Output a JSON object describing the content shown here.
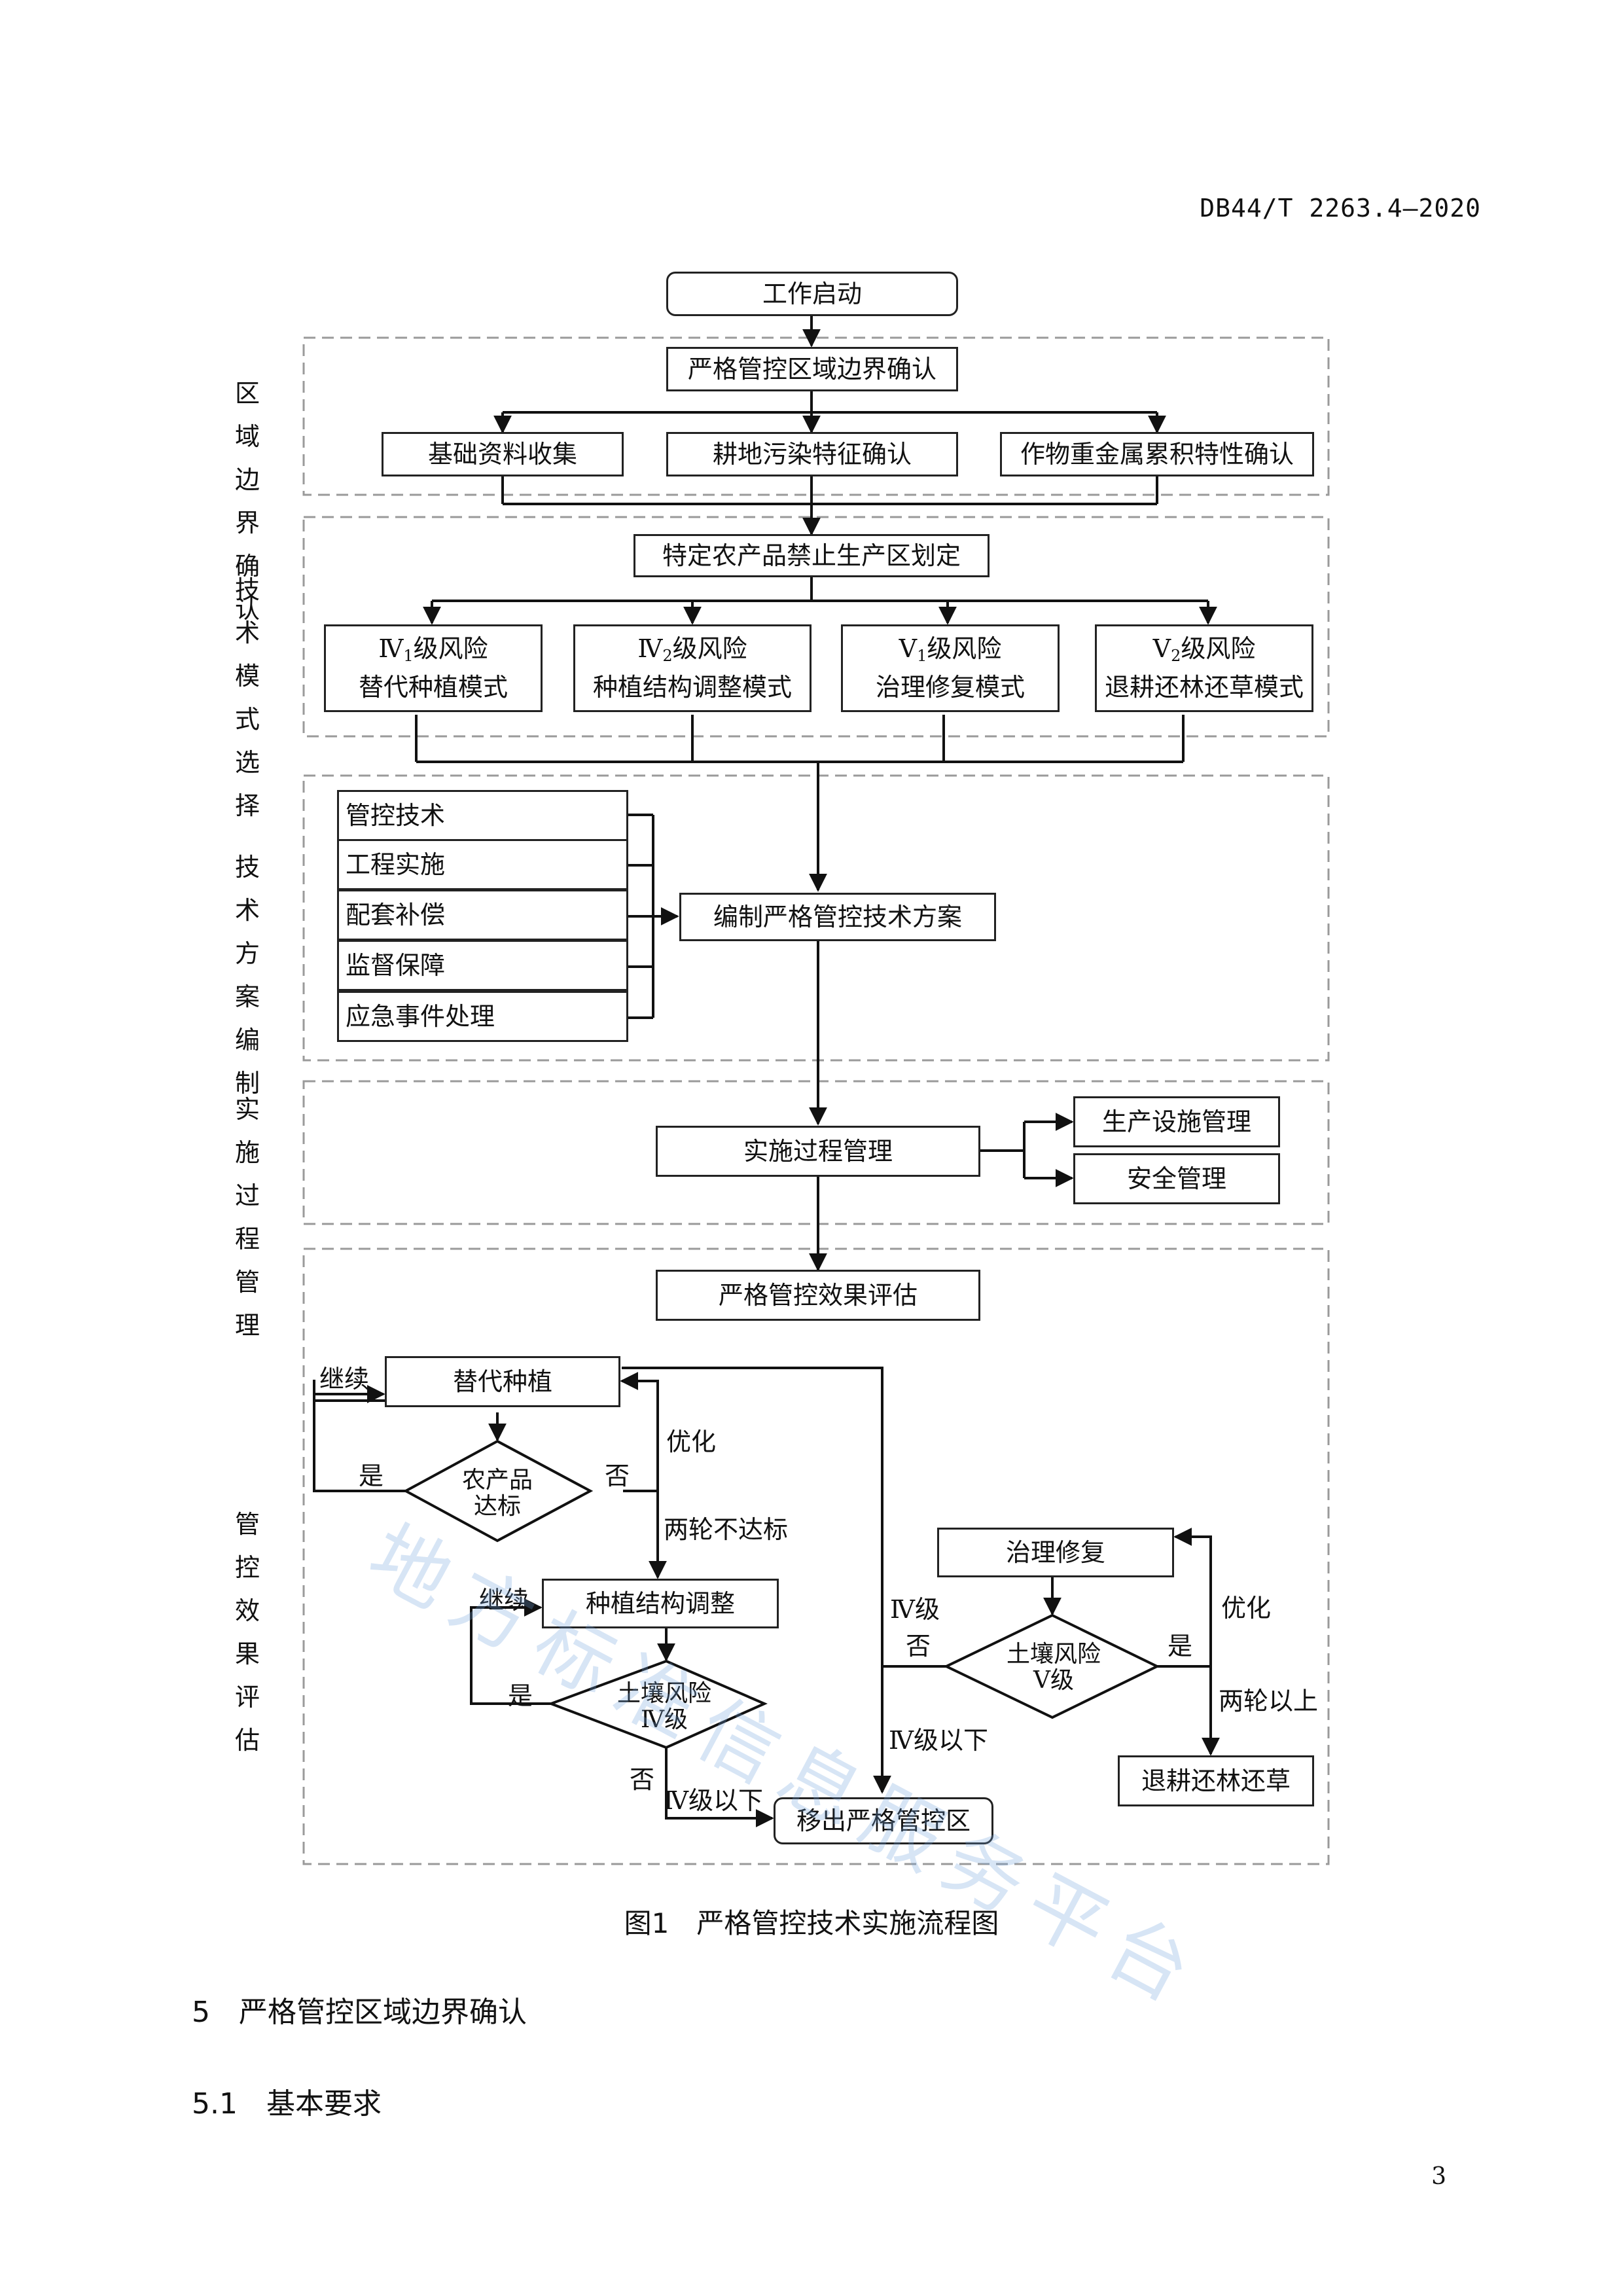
{
  "header": {
    "doc_code": "DB44/T 2263.4—2020"
  },
  "start": "工作启动",
  "sections": {
    "boundary": [
      "区域",
      "边界",
      "确认"
    ],
    "mode": [
      "技术",
      "模式",
      "选择"
    ],
    "plan": [
      "技术",
      "方案",
      "编制"
    ],
    "process": [
      "实施",
      "过程",
      "管理"
    ],
    "eval": [
      "管控",
      "效果",
      "评估"
    ]
  },
  "boundary": {
    "title": "严格管控区域边界确认",
    "items": [
      "基础资料收集",
      "耕地污染特征确认",
      "作物重金属累积特性确认"
    ]
  },
  "mode": {
    "title": "特定农产品禁止生产区划定",
    "boxes": [
      {
        "lvl": "Ⅳ",
        "sub": "1",
        "risk": "级风险",
        "name": "替代种植模式"
      },
      {
        "lvl": "Ⅳ",
        "sub": "2",
        "risk": "级风险",
        "name": "种植结构调整模式"
      },
      {
        "lvl": "Ⅴ",
        "sub": "1",
        "risk": "级风险",
        "name": "治理修复模式"
      },
      {
        "lvl": "Ⅴ",
        "sub": "2",
        "risk": "级风险",
        "name": "退耕还林还草模式"
      }
    ]
  },
  "plan": {
    "items": [
      "管控技术",
      "工程实施",
      "配套补偿",
      "监督保障",
      "应急事件处理"
    ],
    "main": "编制严格管控技术方案"
  },
  "process": {
    "main": "实施过程管理",
    "items": [
      "生产设施管理",
      "安全管理"
    ]
  },
  "eval": {
    "main": "严格管控效果评估",
    "substitute": "替代种植",
    "continue1": "继续",
    "yes1": "是",
    "no1": "否",
    "diamond1": [
      "农产品",
      "达标"
    ],
    "optimize1": "优化",
    "two_rounds_fail": "两轮不达标",
    "structure": "种植结构调整",
    "continue2": "继续",
    "yes2": "是",
    "diamond2": [
      "土壤风险",
      "Ⅳ级"
    ],
    "no2": "否",
    "below4": "Ⅳ级以下",
    "exit": "移出严格管控区",
    "lvl4": "Ⅳ级",
    "below4b": "Ⅳ级以下",
    "remediation": "治理修复",
    "no3": "否",
    "diamond3": [
      "土壤风险",
      "Ⅴ级"
    ],
    "yes3": "是",
    "optimize2": "优化",
    "two_rounds_above": "两轮以上",
    "retire": "退耕还林还草"
  },
  "caption": "图1　严格管控技术实施流程图",
  "section5": "5　严格管控区域边界确认",
  "section51": "5.1　基本要求",
  "page_number": "3",
  "watermark": "地方标准信息服务平台"
}
